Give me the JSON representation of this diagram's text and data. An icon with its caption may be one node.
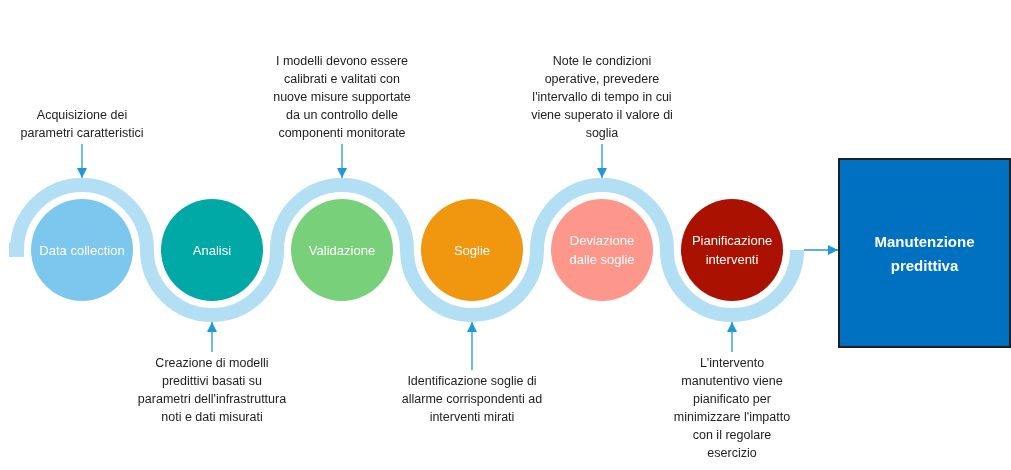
{
  "diagram": {
    "nodes": [
      {
        "text": [
          "Acquisizione dei parametri caratteristici"
        ]
      },
      {
        "text": [
          "I modelli devono essere calibrati e valitati con nuove misure supportate da un controllo delle componenti monitorate"
        ]
      },
      {
        "text": [
          "Note le condizioni operative, prevedere l'intervallo di tempo in cui viene superato il valore di soglia"
        ]
      },
      {
        "text": [
          "Data collection"
        ]
      },
      {
        "text": [
          "Analisi"
        ]
      },
      {
        "text": [
          "Validazione"
        ]
      },
      {
        "text": [
          "Soglie"
        ]
      },
      {
        "text": [
          "Deviazione dalle soglie"
        ]
      },
      {
        "text": [
          "Pianificazione interventi"
        ]
      },
      {
        "text": [
          "Manutenzione predittiva"
        ]
      },
      {
        "text": [
          "Creazione di modelli predittivi basati su parametri dell'infrastruttura noti e dati misurati"
        ]
      },
      {
        "text": [
          "Identificazione soglie di allarme corrispondenti ad interventi mirati"
        ]
      },
      {
        "text": [
          "L'intervento manutentivo viene pianificato per minimizzare l'impatto con il regolare esercizio"
        ]
      }
    ],
    "edges": [
      {
        "from": 0,
        "to": 3,
        "arrow": "to"
      },
      {
        "from": 1,
        "to": 5,
        "arrow": "to"
      },
      {
        "from": 2,
        "to": 7,
        "arrow": "to"
      },
      {
        "from": 10,
        "to": 4,
        "arrow": "to"
      },
      {
        "from": 11,
        "to": 6,
        "arrow": "to"
      },
      {
        "from": 12,
        "to": 8,
        "arrow": "to"
      },
      {
        "from": 8,
        "to": 9,
        "arrow": "to"
      }
    ]
  }
}
